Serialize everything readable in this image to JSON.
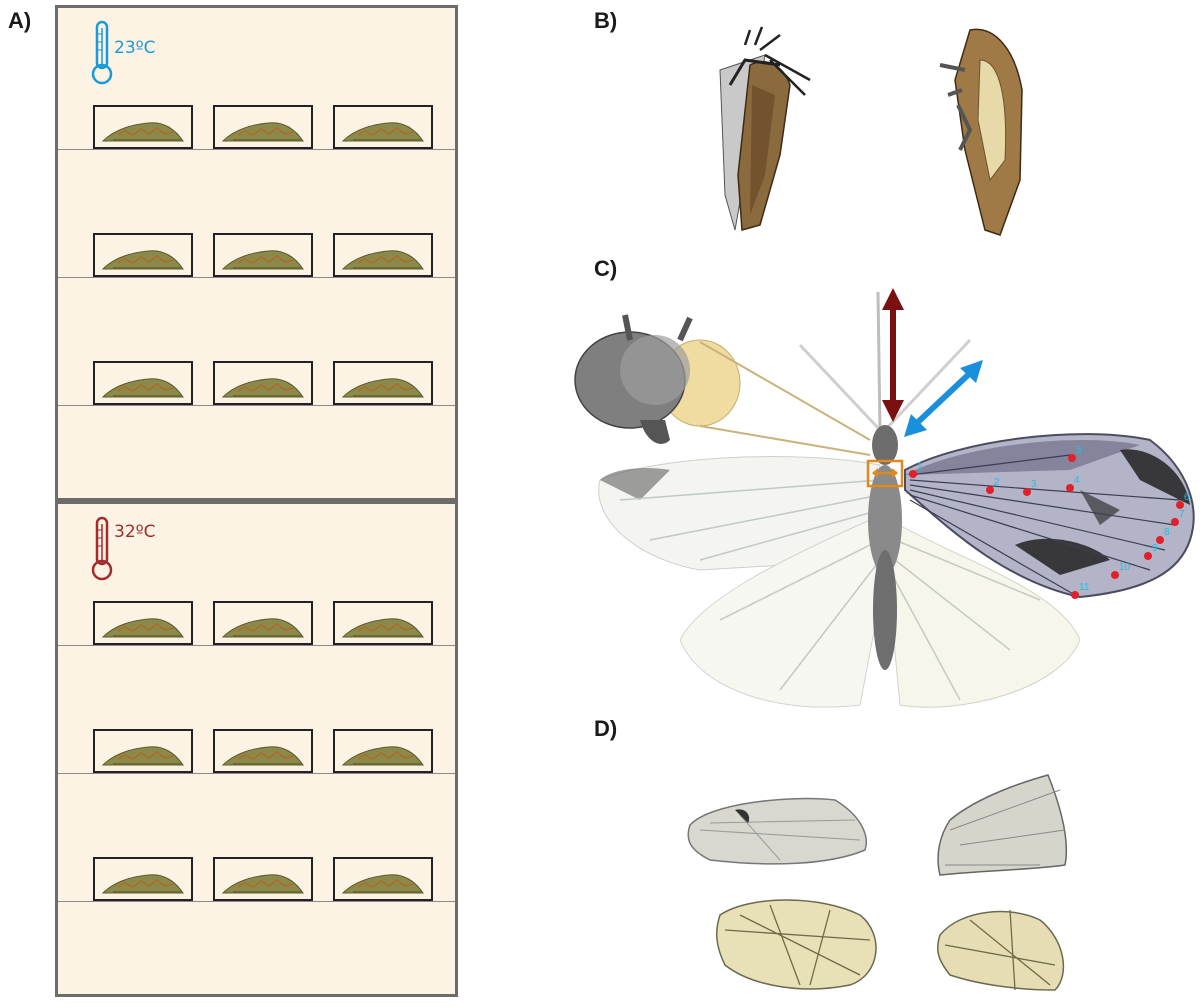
{
  "panels": {
    "a": "A)",
    "b": "B)",
    "c": "C)",
    "d": "D)"
  },
  "chambers": [
    {
      "temperature": "23ºC",
      "color": "#1a9ad6",
      "rows": 3,
      "pupae_per_row": 3
    },
    {
      "temperature": "32ºC",
      "color": "#a52a2a",
      "rows": 3,
      "pupae_per_row": 3
    }
  ],
  "wing_landmarks": [
    "1",
    "2",
    "3",
    "4",
    "5",
    "6",
    "7",
    "8",
    "9",
    "10",
    "11"
  ],
  "colors": {
    "chamber_fill": "#fdf3e5",
    "chamber_border": "#6c6c6c",
    "arrow_dark_red": "#7a1010",
    "arrow_blue": "#1a8fdc",
    "thorax_box": "#e08a1e",
    "landmark_dot": "#e0202a",
    "landmark_text": "#1ec0e0"
  }
}
